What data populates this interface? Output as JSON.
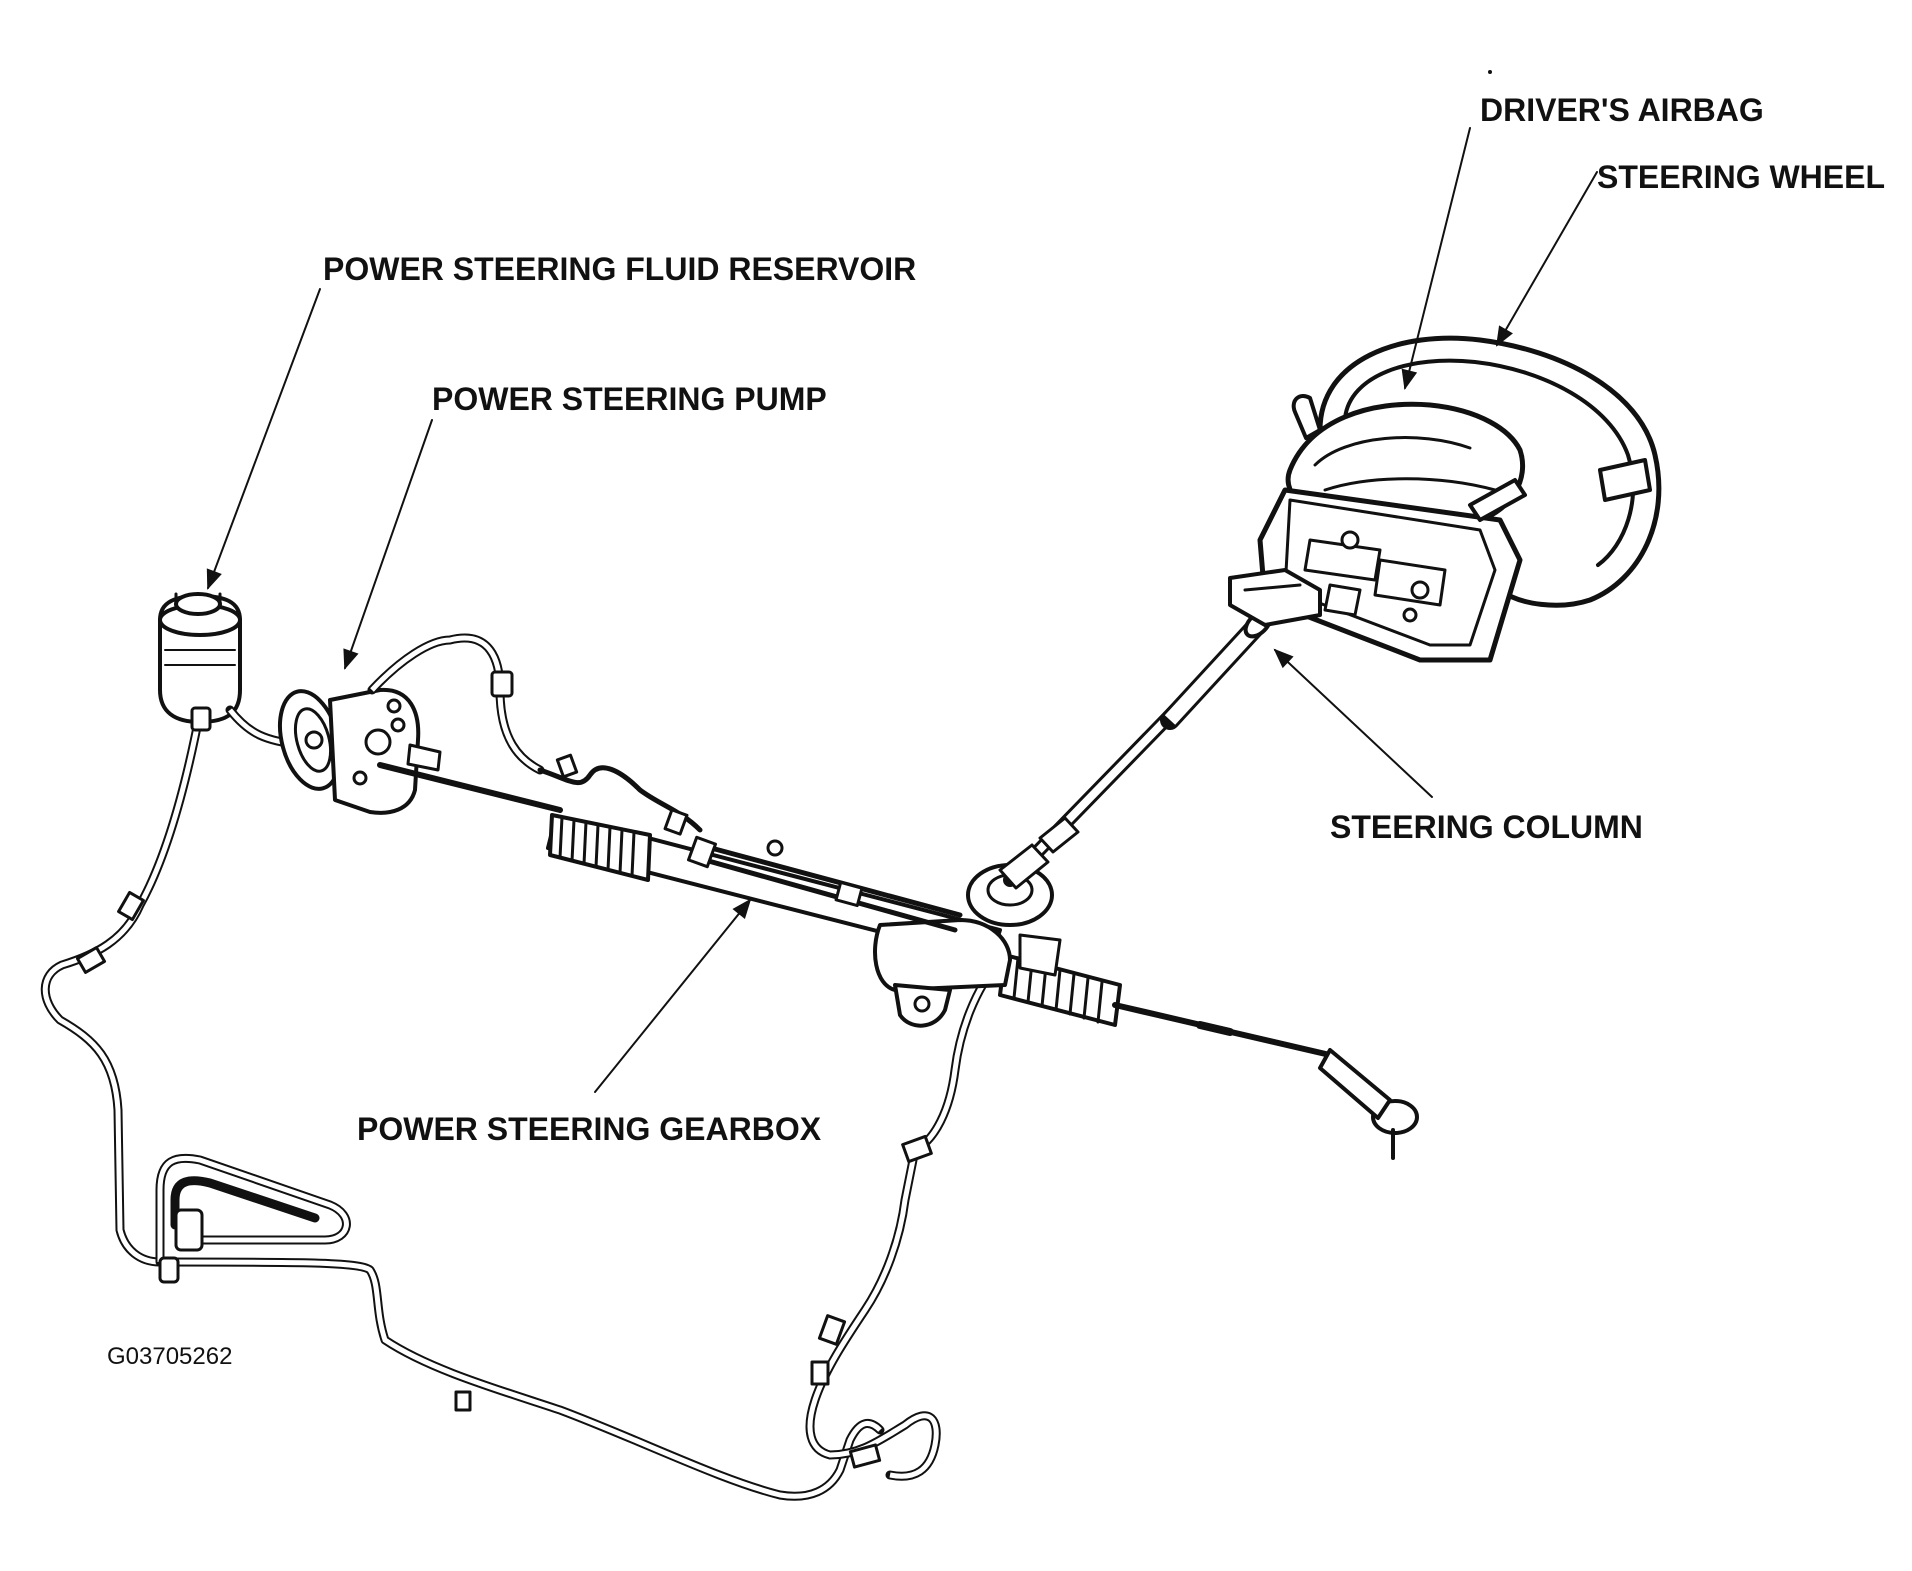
{
  "labels": {
    "drivers_airbag": "DRIVER'S AIRBAG",
    "steering_wheel": "STEERING WHEEL",
    "fluid_reservoir": "POWER STEERING FLUID RESERVOIR",
    "pump": "POWER STEERING PUMP",
    "steering_column": "STEERING COLUMN",
    "gearbox": "POWER STEERING GEARBOX"
  },
  "figure_id": "G03705262"
}
